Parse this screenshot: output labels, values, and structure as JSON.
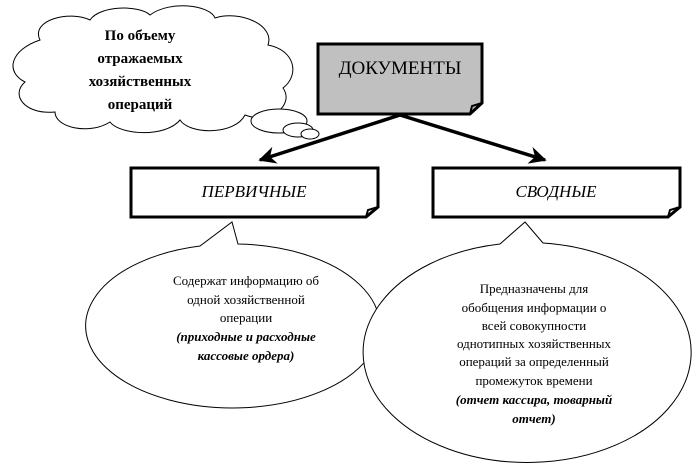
{
  "cloud": {
    "lines": [
      "По объему",
      "отражаемых",
      "хозяйственных",
      "операций"
    ]
  },
  "root": {
    "label": "ДОКУМЕНТЫ"
  },
  "primary": {
    "label": "ПЕРВИЧНЫЕ",
    "description": [
      "Содержат информацию об",
      "одной хозяйственной",
      "операции"
    ],
    "examples": [
      "(приходные и расходные",
      "кассовые ордера)"
    ]
  },
  "summary": {
    "label": "СВОДНЫЕ",
    "description": [
      "Предназначены для",
      "обобщения информации о",
      "всей совокупности",
      "однотипных хозяйственных",
      "операций за определенный",
      "промежуток времени"
    ],
    "examples": [
      "(отчет кассира, товарный",
      "отчет)"
    ]
  },
  "colors": {
    "root_fill": "#c0c0c0",
    "stroke": "#000000"
  }
}
